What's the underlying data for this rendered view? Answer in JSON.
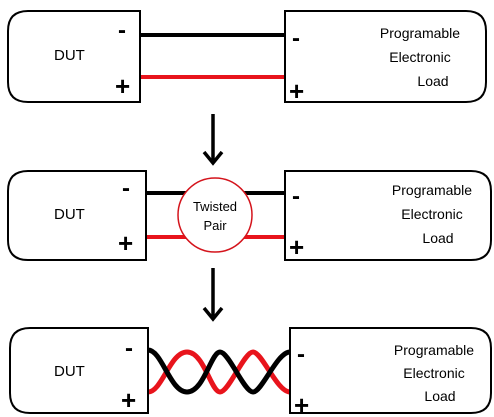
{
  "stages": [
    {
      "dut_label": "DUT",
      "load_label_lines": [
        "Programable",
        "Electronic",
        "Load"
      ],
      "minus": "-",
      "plus": "+"
    },
    {
      "dut_label": "DUT",
      "load_label_lines": [
        "Programable",
        "Electronic",
        "Load"
      ],
      "minus": "-",
      "plus": "+",
      "callout_lines": [
        "Twisted",
        "Pair"
      ]
    },
    {
      "dut_label": "DUT",
      "load_label_lines": [
        "Programable",
        "Electronic",
        "Load"
      ],
      "minus": "-",
      "plus": "+"
    }
  ],
  "icons": [
    "down-arrow-icon",
    "down-arrow-icon"
  ],
  "colors": {
    "negative_wire": "#000000",
    "positive_wire": "#e8141c",
    "callout_border": "#d4141c",
    "box_border": "#000000"
  }
}
